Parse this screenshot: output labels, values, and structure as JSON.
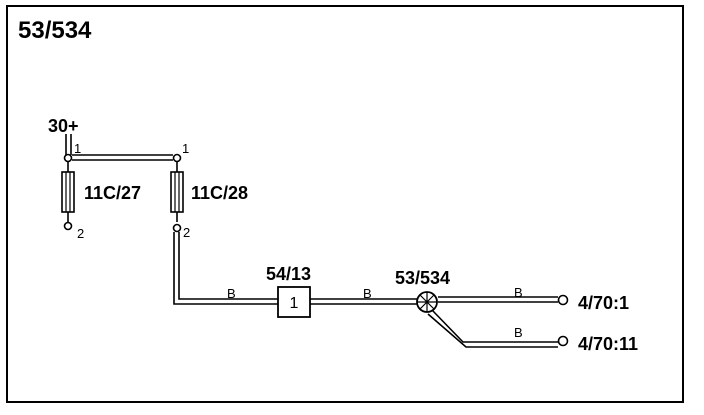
{
  "diagram": {
    "title": "53/534",
    "supply": "30+",
    "fuse_a": {
      "label": "11C/27",
      "pin_top": "1",
      "pin_bottom": "2"
    },
    "fuse_b": {
      "label": "11C/28",
      "pin_top": "1",
      "pin_bottom": "2"
    },
    "component": {
      "label": "54/13",
      "number": "1"
    },
    "splice": {
      "label": "53/534"
    },
    "wires": {
      "w1": "B",
      "w2": "B",
      "w3": "B",
      "w4": "B"
    },
    "outputs": {
      "out1": "4/70:1",
      "out2": "4/70:11"
    }
  }
}
